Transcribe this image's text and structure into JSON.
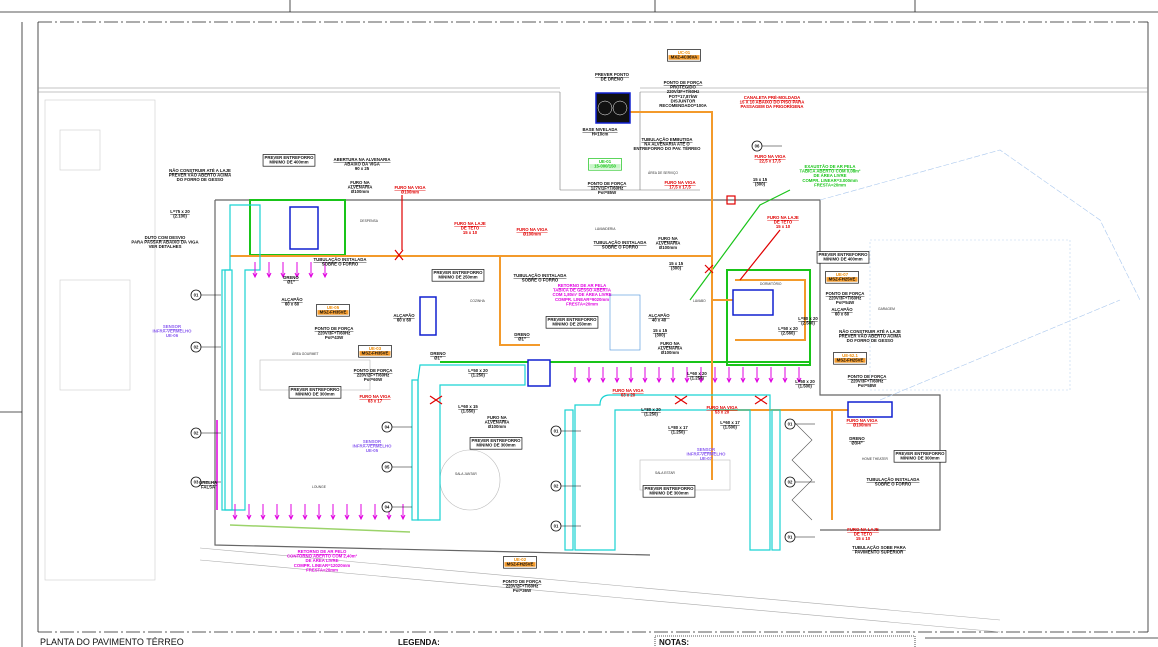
{
  "drawing": {
    "title": "PLANTA DO PAVIMENTO TÉRREO",
    "legend_label": "LEGENDA:",
    "notes_label": "NOTAS:"
  },
  "colors": {
    "refrigerant": "#f39a2b",
    "duct": "#19d3d3",
    "exhaust": "#19c419",
    "return": "#e000e0",
    "unit": "#1020d0",
    "hole": "#e00000",
    "sensor": "#8a5cf0"
  },
  "rooms": {
    "area_gourmet": "ÁREA GOURMET",
    "lounge": "LOUNGE",
    "sala_jantar": "SALA JANTAR",
    "sala_estar": "SALA ESTAR",
    "home_theater": "HOME THEATER",
    "cozinha": "COZINHA",
    "despensa": "DESPENSA",
    "lavanderia": "LAVANDERIA",
    "area_servico": "ÁREA DE SERVIÇO",
    "dormitorio": "DORMITÓRIO",
    "garagem": "GARAGEM",
    "lavabo": "LAVABO"
  },
  "tags": [
    "01",
    "02",
    "02",
    "03",
    "04",
    "05",
    "04",
    "01",
    "02",
    "01",
    "01",
    "02",
    "01",
    "06"
  ],
  "labels": {
    "uc01_tag": {
      "lines": [
        "UC-01",
        "MXZ-4C36VA"
      ]
    },
    "prever_ponto_dreno": {
      "lines": [
        "PREVER PONTO",
        "DE DRENO"
      ]
    },
    "ponto_forca_uc01": {
      "lines": [
        "PONTO DE FORÇA",
        "PROTEGIDO",
        "220V/3F+T/60Hz",
        "POT=17,87kW",
        "DISJUNTOR",
        "RECOMENDADO=100A"
      ]
    },
    "base_nivelada": {
      "lines": [
        "BASE NIVELADA",
        "H=10cm"
      ]
    },
    "canaleta": {
      "lines": [
        "CANALETA PRÉ-MOLDADA",
        "15 X 10 ABAIXO DO PISO PARA",
        "PASSAGEM DA FRIGORÍGENA"
      ]
    },
    "tubulacao_embutida": {
      "lines": [
        "TUBULAÇÃO EMBUTIDA",
        "NA ALVENARIA ATÉ O",
        "ENTREFORRO DO PAV. TÉRREO"
      ]
    },
    "ue01_tag": {
      "lines": [
        "UE-01",
        "15-000/150"
      ]
    },
    "ponto_forca_ue01": {
      "lines": [
        "PONTO DE FORÇA",
        "127V/1F+T/60Hz",
        "Pot=85W"
      ]
    },
    "furo_viga_175": {
      "lines": [
        "FURO NA VIGA",
        "17,5 x 17,5"
      ]
    },
    "furo_viga_225": {
      "lines": [
        "FURO NA VIGA",
        "22,5 x 17,5"
      ]
    },
    "exaustao": {
      "lines": [
        "EXAUSTÃO DE AR PELA",
        "TABICA ABERTO COM 0,08m²",
        "DE ÁREA LIVRE",
        "COMPR. LINEAR=3.000mm",
        "FRESTA=20mm"
      ]
    },
    "d15x15_a": {
      "lines": [
        "15 x 15",
        "(300)"
      ]
    },
    "furo_laje_ue07": {
      "lines": [
        "FURO NA LAJE",
        "DE TETO",
        "15 x 10"
      ]
    },
    "prever_400_r": {
      "lines": [
        "PREVER ENTREFORRO",
        "MÍNIMO DE 400mm"
      ]
    },
    "ue07_tag": {
      "lines": [
        "UE-07",
        "MSZ-FH25VE"
      ]
    },
    "ponto_forca_ue07": {
      "lines": [
        "PONTO DE FORÇA",
        "220V/3F+T/60Hz",
        "Pot=54W"
      ]
    },
    "alcapao_ue07": {
      "lines": [
        "ALÇAPÃO",
        "60 x 60"
      ]
    },
    "nao_construir_r": {
      "lines": [
        "NÃO CONSTRUIR ATÉ A LAJE",
        "PREVER VÃO ABERTO ACIMA",
        "DO FORRO DE GESSO"
      ]
    },
    "ue52_tag": {
      "lines": [
        "UE-52.1",
        "MSZ-FH25VE"
      ]
    },
    "ponto_forca_ue52": {
      "lines": [
        "PONTO DE FORÇA",
        "220V/3F+T/60Hz",
        "Pot=58W"
      ]
    },
    "furo_viga_100_r": {
      "lines": [
        "FURO NA VIGA",
        "Ø100mm"
      ]
    },
    "dreno_ue52": {
      "lines": [
        "DRENO",
        "Ø3/4\""
      ]
    },
    "prever_300_home": {
      "lines": [
        "PREVER ENTREFORRO",
        "MÍNIMO DE 300mm"
      ]
    },
    "tubulacao_forro_r": {
      "lines": [
        "TUBULAÇÃO INSTALADA",
        "SOBRE O FORRO"
      ]
    },
    "furo_laje_r": {
      "lines": [
        "FURO NA LAJE",
        "DE TETO",
        "15 x 10"
      ]
    },
    "tubulacao_sobe": {
      "lines": [
        "TUBULAÇÃO SOBE PARA",
        "PAVIMENTO SUPERIOR"
      ]
    },
    "nao_construir_l": {
      "lines": [
        "NÃO CONSTRUIR ATÉ A LAJE",
        "PREVER VÃO ABERTO ACIMA",
        "DO FORRO DE GESSO"
      ]
    },
    "prever_400_l": {
      "lines": [
        "PREVER ENTREFORRO",
        "MÍNIMO DE 400mm"
      ]
    },
    "abertura": {
      "lines": [
        "ABERTURA NA ALVENARIA",
        "ABAIXO DA VIGA",
        "90 x 25"
      ]
    },
    "furo_alv_l": {
      "lines": [
        "FURO NA",
        "ALVENARIA",
        "Ø100mm"
      ]
    },
    "furo_viga_l": {
      "lines": [
        "FURO NA VIGA",
        "Ø100mm"
      ]
    },
    "l75": {
      "lines": [
        "L=75 x 20",
        "(2.100)"
      ]
    },
    "duto_desvio": {
      "lines": [
        "DUTO COM DESVIO",
        "PARA PASSAR ABAIXO DA VIGA",
        "VER DETALHES"
      ]
    },
    "furo_laje_l": {
      "lines": [
        "FURO NA LAJE",
        "DE TETO",
        "15 x 10"
      ]
    },
    "furo_viga_m": {
      "lines": [
        "FURO NA VIGA",
        "Ø100mm"
      ]
    },
    "furo_alv_m": {
      "lines": [
        "FURO NA",
        "ALVENARIA",
        "Ø100mm"
      ]
    },
    "tub_forro_top": {
      "lines": [
        "TUBULAÇÃO INSTALADA",
        "SOBRE O FORRO"
      ]
    },
    "tub_forro_l": {
      "lines": [
        "TUBULAÇÃO INSTALADA",
        "SOBRE O FORRO"
      ]
    },
    "prever_250_l": {
      "lines": [
        "PREVER ENTREFORRO",
        "MÍNIMO DE 250mm"
      ]
    },
    "tub_forro_m": {
      "lines": [
        "TUBULAÇÃO INSTALADA",
        "SOBRE O FORRO"
      ]
    },
    "d15x15_b": {
      "lines": [
        "15 x 15",
        "(300)"
      ]
    },
    "retorno_tabica": {
      "lines": [
        "RETORNO DE AR PELA",
        "TABICA DE GESSO ABERTA",
        "COM 1,80m² DE ÁREA LIVRE",
        "COMPR. LINEAR=9020mm",
        "FRESTA=20mm"
      ]
    },
    "alcapao_m": {
      "lines": [
        "ALÇAPÃO",
        "40 x 40"
      ]
    },
    "d15x15_c": {
      "lines": [
        "15 x 15",
        "(300)"
      ]
    },
    "furo_alv_m2": {
      "lines": [
        "FURO NA",
        "ALVENARIA",
        "Ø100mm"
      ]
    },
    "alcapao_l": {
      "lines": [
        "ALÇAPÃO",
        "60 x 60"
      ]
    },
    "prever_250_m": {
      "lines": [
        "PREVER ENTREFORRO",
        "MÍNIMO DE 250mm"
      ]
    },
    "dreno_m": {
      "lines": [
        "DRENO",
        "Ø1\""
      ]
    },
    "dreno_l": {
      "lines": [
        "DRENO",
        "Ø1\""
      ]
    },
    "alcapao_l2": {
      "lines": [
        "ALÇAPÃO",
        "60 x 60"
      ]
    },
    "ue05_tag": {
      "lines": [
        "UE-05",
        "MSZ-FH35VE"
      ]
    },
    "ponto_forca_ue05": {
      "lines": [
        "PONTO DE FORÇA",
        "220V/3F+T/60Hz",
        "Pot=43W"
      ]
    },
    "sensor_ue06": {
      "lines": [
        "SENSOR",
        "INFRA-VERMELHO",
        "UE-06"
      ]
    },
    "ue03_tag": {
      "lines": [
        "UE-03",
        "MSZ-FH35VE"
      ]
    },
    "ponto_forca_ue03": {
      "lines": [
        "PONTO DE FORÇA",
        "220V/2F+T/60Hz",
        "Pot=60W"
      ]
    },
    "dreno_l3": {
      "lines": [
        "DRENO",
        "Ø1\""
      ]
    },
    "prever_300_gourmet": {
      "lines": [
        "PREVER ENTREFORRO",
        "MÍNIMO DE 300mm"
      ]
    },
    "furo_viga_6317": {
      "lines": [
        "FURO NA VIGA",
        "63 x 17"
      ]
    },
    "sensor_ue05": {
      "lines": [
        "SENSOR",
        "INFRA-VERMELHO",
        "UE-05"
      ]
    },
    "l60x15": {
      "lines": [
        "L=60 x 15",
        "(1.550)"
      ]
    },
    "l50x20": {
      "lines": [
        "L=50 x 20",
        "(1.250)"
      ]
    },
    "furo_alv_3": {
      "lines": [
        "FURO NA",
        "ALVENARIA",
        "Ø100mm"
      ]
    },
    "prever_300_jantar": {
      "lines": [
        "PREVER ENTREFORRO",
        "MÍNIMO DE 300mm"
      ]
    },
    "furo_viga_6320_a": {
      "lines": [
        "FURO NA VIGA",
        "63 x 20"
      ]
    },
    "furo_viga_6320_b": {
      "lines": [
        "FURO NA VIGA",
        "53 x 20"
      ]
    },
    "l60x20": {
      "lines": [
        "L=60 x 20",
        "(1.250)"
      ]
    },
    "l80x20": {
      "lines": [
        "L=80 x 20",
        "(1.250)"
      ]
    },
    "l80x17": {
      "lines": [
        "L=80 x 17",
        "(1.250)"
      ]
    },
    "l60x17": {
      "lines": [
        "L=60 x 17",
        "(1.500)"
      ]
    },
    "sensor_ue07": {
      "lines": [
        "SENSOR",
        "INFRA-VERMELHO",
        "UE-07"
      ]
    },
    "prever_300_estar": {
      "lines": [
        "PREVER ENTREFORRO",
        "MÍNIMO DE 300mm"
      ]
    },
    "ue02_tag": {
      "lines": [
        "UE-02",
        "MSZ-FH25VE"
      ]
    },
    "ponto_forca_ue02": {
      "lines": [
        "PONTO DE FORÇA",
        "220V/2F+T/60Hz",
        "Pot=36W"
      ]
    },
    "retorno_contorno": {
      "lines": [
        "RETORNO DE AR PELO",
        "CONTORNO ABERTO COM 2,40m²",
        "DE ÁREA LIVRE",
        "COMPR. LINEAR=12020mm",
        "FRESTA=20mm"
      ]
    },
    "grelha": {
      "lines": [
        "GRELHA",
        "FALSA"
      ]
    },
    "l50x20_r": {
      "lines": [
        "L=50 x 20",
        "(2.560)"
      ]
    },
    "l80x20_r": {
      "lines": [
        "L=80 x 20",
        "(2.560)"
      ]
    },
    "l50x20_ue52": {
      "lines": [
        "L=50 x 20",
        "(1.500)"
      ]
    }
  }
}
